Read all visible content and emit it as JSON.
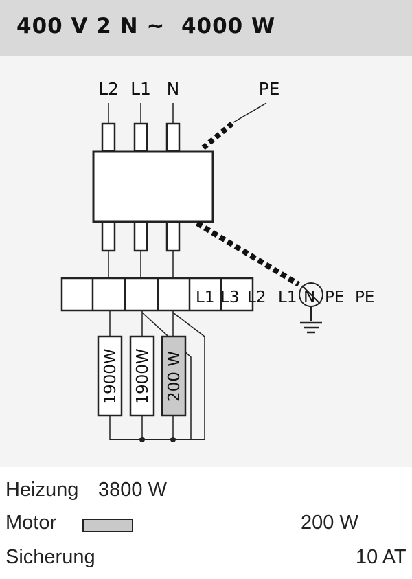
{
  "header": {
    "title": "400 V 2 N ~  4000 W"
  },
  "diagram": {
    "supply_labels": [
      "L2",
      "L1",
      "N"
    ],
    "pe_label": "PE",
    "terminal_labels": [
      "L1",
      "L3",
      "L2",
      "L1",
      "N",
      "PE",
      "PE"
    ],
    "heaters": [
      {
        "label": "1900W"
      },
      {
        "label": "1900W"
      },
      {
        "label": "200 W"
      }
    ]
  },
  "legend": {
    "heating": {
      "label": "Heizung",
      "value": "3800 W"
    },
    "motor": {
      "label": "Motor",
      "value": "200 W"
    },
    "fuse": {
      "label": "Sicherung",
      "value": "10 AT"
    }
  },
  "colors": {
    "header_bg": "#d9d9d9",
    "motor_fill": "#c9c9c9",
    "diagram_bg": "#f4f4f4"
  }
}
